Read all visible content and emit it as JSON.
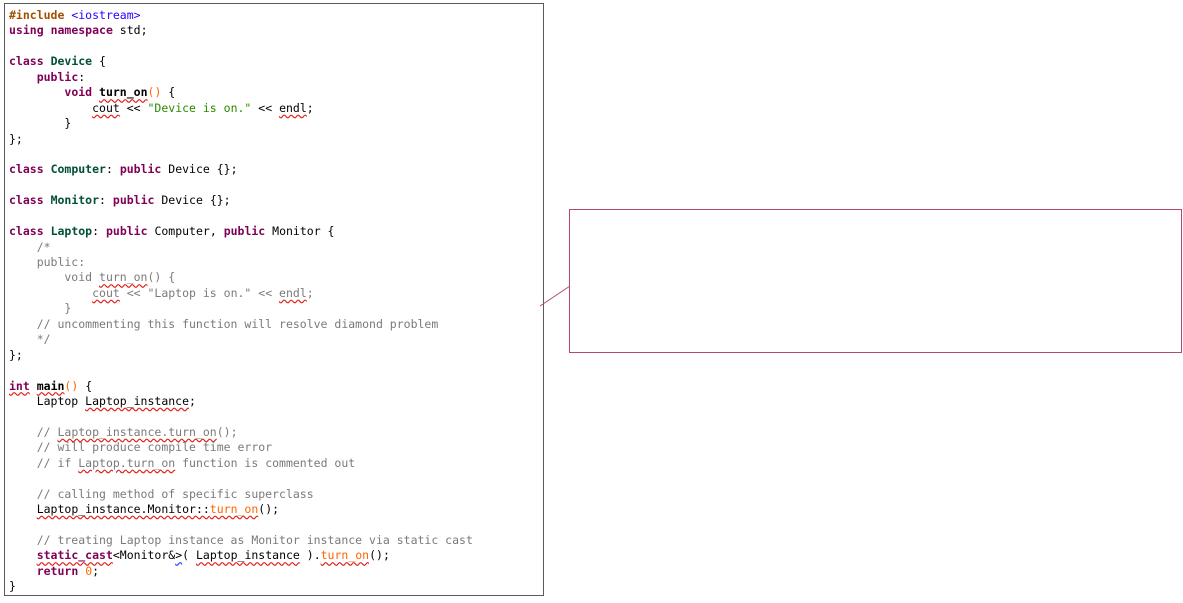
{
  "editor": {
    "lines": [
      [
        {
          "t": "#include",
          "c": "pp"
        },
        {
          "t": " "
        },
        {
          "t": "<iostream>",
          "c": "inc"
        }
      ],
      [
        {
          "t": "using",
          "c": "kw"
        },
        {
          "t": " "
        },
        {
          "t": "namespace",
          "c": "kw"
        },
        {
          "t": " std;"
        }
      ],
      [],
      [
        {
          "t": "class",
          "c": "kw"
        },
        {
          "t": " "
        },
        {
          "t": "Device",
          "c": "cls"
        },
        {
          "t": " {"
        }
      ],
      [
        {
          "t": "    "
        },
        {
          "t": "public",
          "c": "kw"
        },
        {
          "t": ":"
        }
      ],
      [
        {
          "t": "        "
        },
        {
          "t": "void",
          "c": "kw"
        },
        {
          "t": " "
        },
        {
          "t": "turn_on",
          "c": "fn err"
        },
        {
          "t": "(",
          "c": "hl"
        },
        {
          "t": ")",
          "c": "hl"
        },
        {
          "t": " {"
        }
      ],
      [
        {
          "t": "            "
        },
        {
          "t": "cout",
          "c": "err"
        },
        {
          "t": " << "
        },
        {
          "t": "\"Device is on.\"",
          "c": "str"
        },
        {
          "t": " << "
        },
        {
          "t": "endl",
          "c": "err"
        },
        {
          "t": ";"
        }
      ],
      [
        {
          "t": "        }"
        }
      ],
      [
        {
          "t": "};"
        }
      ],
      [],
      [
        {
          "t": "class",
          "c": "kw"
        },
        {
          "t": " "
        },
        {
          "t": "Computer",
          "c": "cls"
        },
        {
          "t": ": "
        },
        {
          "t": "public",
          "c": "kw"
        },
        {
          "t": " Device {};"
        }
      ],
      [],
      [
        {
          "t": "class",
          "c": "kw"
        },
        {
          "t": " "
        },
        {
          "t": "Monitor",
          "c": "cls"
        },
        {
          "t": ": "
        },
        {
          "t": "public",
          "c": "kw"
        },
        {
          "t": " Device {};"
        }
      ],
      [],
      [
        {
          "t": "class",
          "c": "kw"
        },
        {
          "t": " "
        },
        {
          "t": "Laptop",
          "c": "cls"
        },
        {
          "t": ": "
        },
        {
          "t": "public",
          "c": "kw"
        },
        {
          "t": " Computer, "
        },
        {
          "t": "public",
          "c": "kw"
        },
        {
          "t": " Monitor {"
        }
      ],
      [
        {
          "t": "    /*",
          "c": "cmt"
        }
      ],
      [
        {
          "t": "    public:",
          "c": "cmt"
        }
      ],
      [
        {
          "t": "        void ",
          "c": "cmt"
        },
        {
          "t": "turn_on",
          "c": "cmt err"
        },
        {
          "t": "() {",
          "c": "cmt"
        }
      ],
      [
        {
          "t": "            ",
          "c": "cmt"
        },
        {
          "t": "cout",
          "c": "cmt err"
        },
        {
          "t": " << \"Laptop is on.\" << ",
          "c": "cmt"
        },
        {
          "t": "endl",
          "c": "cmt err"
        },
        {
          "t": ";",
          "c": "cmt"
        }
      ],
      [
        {
          "t": "        }",
          "c": "cmt"
        }
      ],
      [
        {
          "t": "    // uncommenting this function will resolve diamond problem",
          "c": "cmt"
        }
      ],
      [
        {
          "t": "    */",
          "c": "cmt"
        }
      ],
      [
        {
          "t": "};"
        }
      ],
      [],
      [
        {
          "t": "int",
          "c": "kw err"
        },
        {
          "t": " "
        },
        {
          "t": "main",
          "c": "fn err"
        },
        {
          "t": "(",
          "c": "hl"
        },
        {
          "t": ")",
          "c": "hl"
        },
        {
          "t": " {"
        }
      ],
      [
        {
          "t": "    Laptop "
        },
        {
          "t": "Laptop_instance",
          "c": "err"
        },
        {
          "t": ";"
        }
      ],
      [],
      [
        {
          "t": "    // ",
          "c": "cmt"
        },
        {
          "t": "Laptop_instance.turn_on",
          "c": "cmt err"
        },
        {
          "t": "();",
          "c": "cmt"
        }
      ],
      [
        {
          "t": "    // will produce compile time error",
          "c": "cmt"
        }
      ],
      [
        {
          "t": "    // if ",
          "c": "cmt"
        },
        {
          "t": "Laptop.turn_on",
          "c": "cmt err"
        },
        {
          "t": " function is commented out",
          "c": "cmt"
        }
      ],
      [],
      [
        {
          "t": "    // calling method of specific superclass",
          "c": "cmt"
        }
      ],
      [
        {
          "t": "    "
        },
        {
          "t": "Laptop_instance.Monitor::",
          "c": "err"
        },
        {
          "t": "turn_on",
          "c": "hl err"
        },
        {
          "t": "();"
        }
      ],
      [],
      [
        {
          "t": "    // treating Laptop instance as Monitor instance via static cast",
          "c": "cmt"
        }
      ],
      [
        {
          "t": "    "
        },
        {
          "t": "static_cast",
          "c": "kw err"
        },
        {
          "t": "<Monitor&"
        },
        {
          "t": ">",
          "c": "warn"
        },
        {
          "t": "( "
        },
        {
          "t": "Laptop_instance",
          "c": "err"
        },
        {
          "t": " )."
        },
        {
          "t": "turn_on",
          "c": "hl err"
        },
        {
          "t": "();"
        }
      ],
      [
        {
          "t": "    "
        },
        {
          "t": "return",
          "c": "kw"
        },
        {
          "t": " "
        },
        {
          "t": "0",
          "c": "num"
        },
        {
          "t": ";"
        }
      ],
      [
        {
          "t": "}"
        }
      ]
    ]
  },
  "annotation": {
    "text": ""
  }
}
